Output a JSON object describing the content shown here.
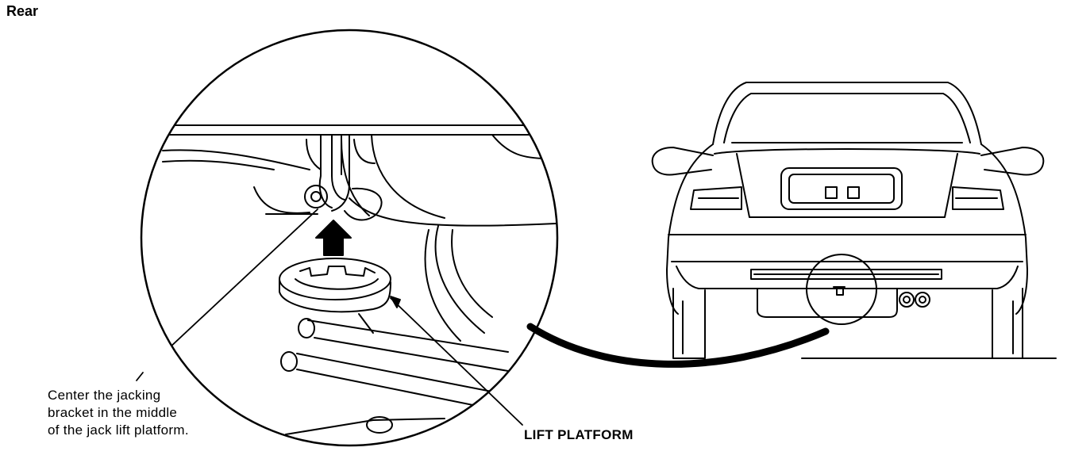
{
  "title": "Rear",
  "annotations": {
    "jacking_note_lines": [
      "Center the jacking",
      "bracket in the middle",
      "of the jack lift platform."
    ],
    "lift_platform_label": "LIFT PLATFORM"
  }
}
